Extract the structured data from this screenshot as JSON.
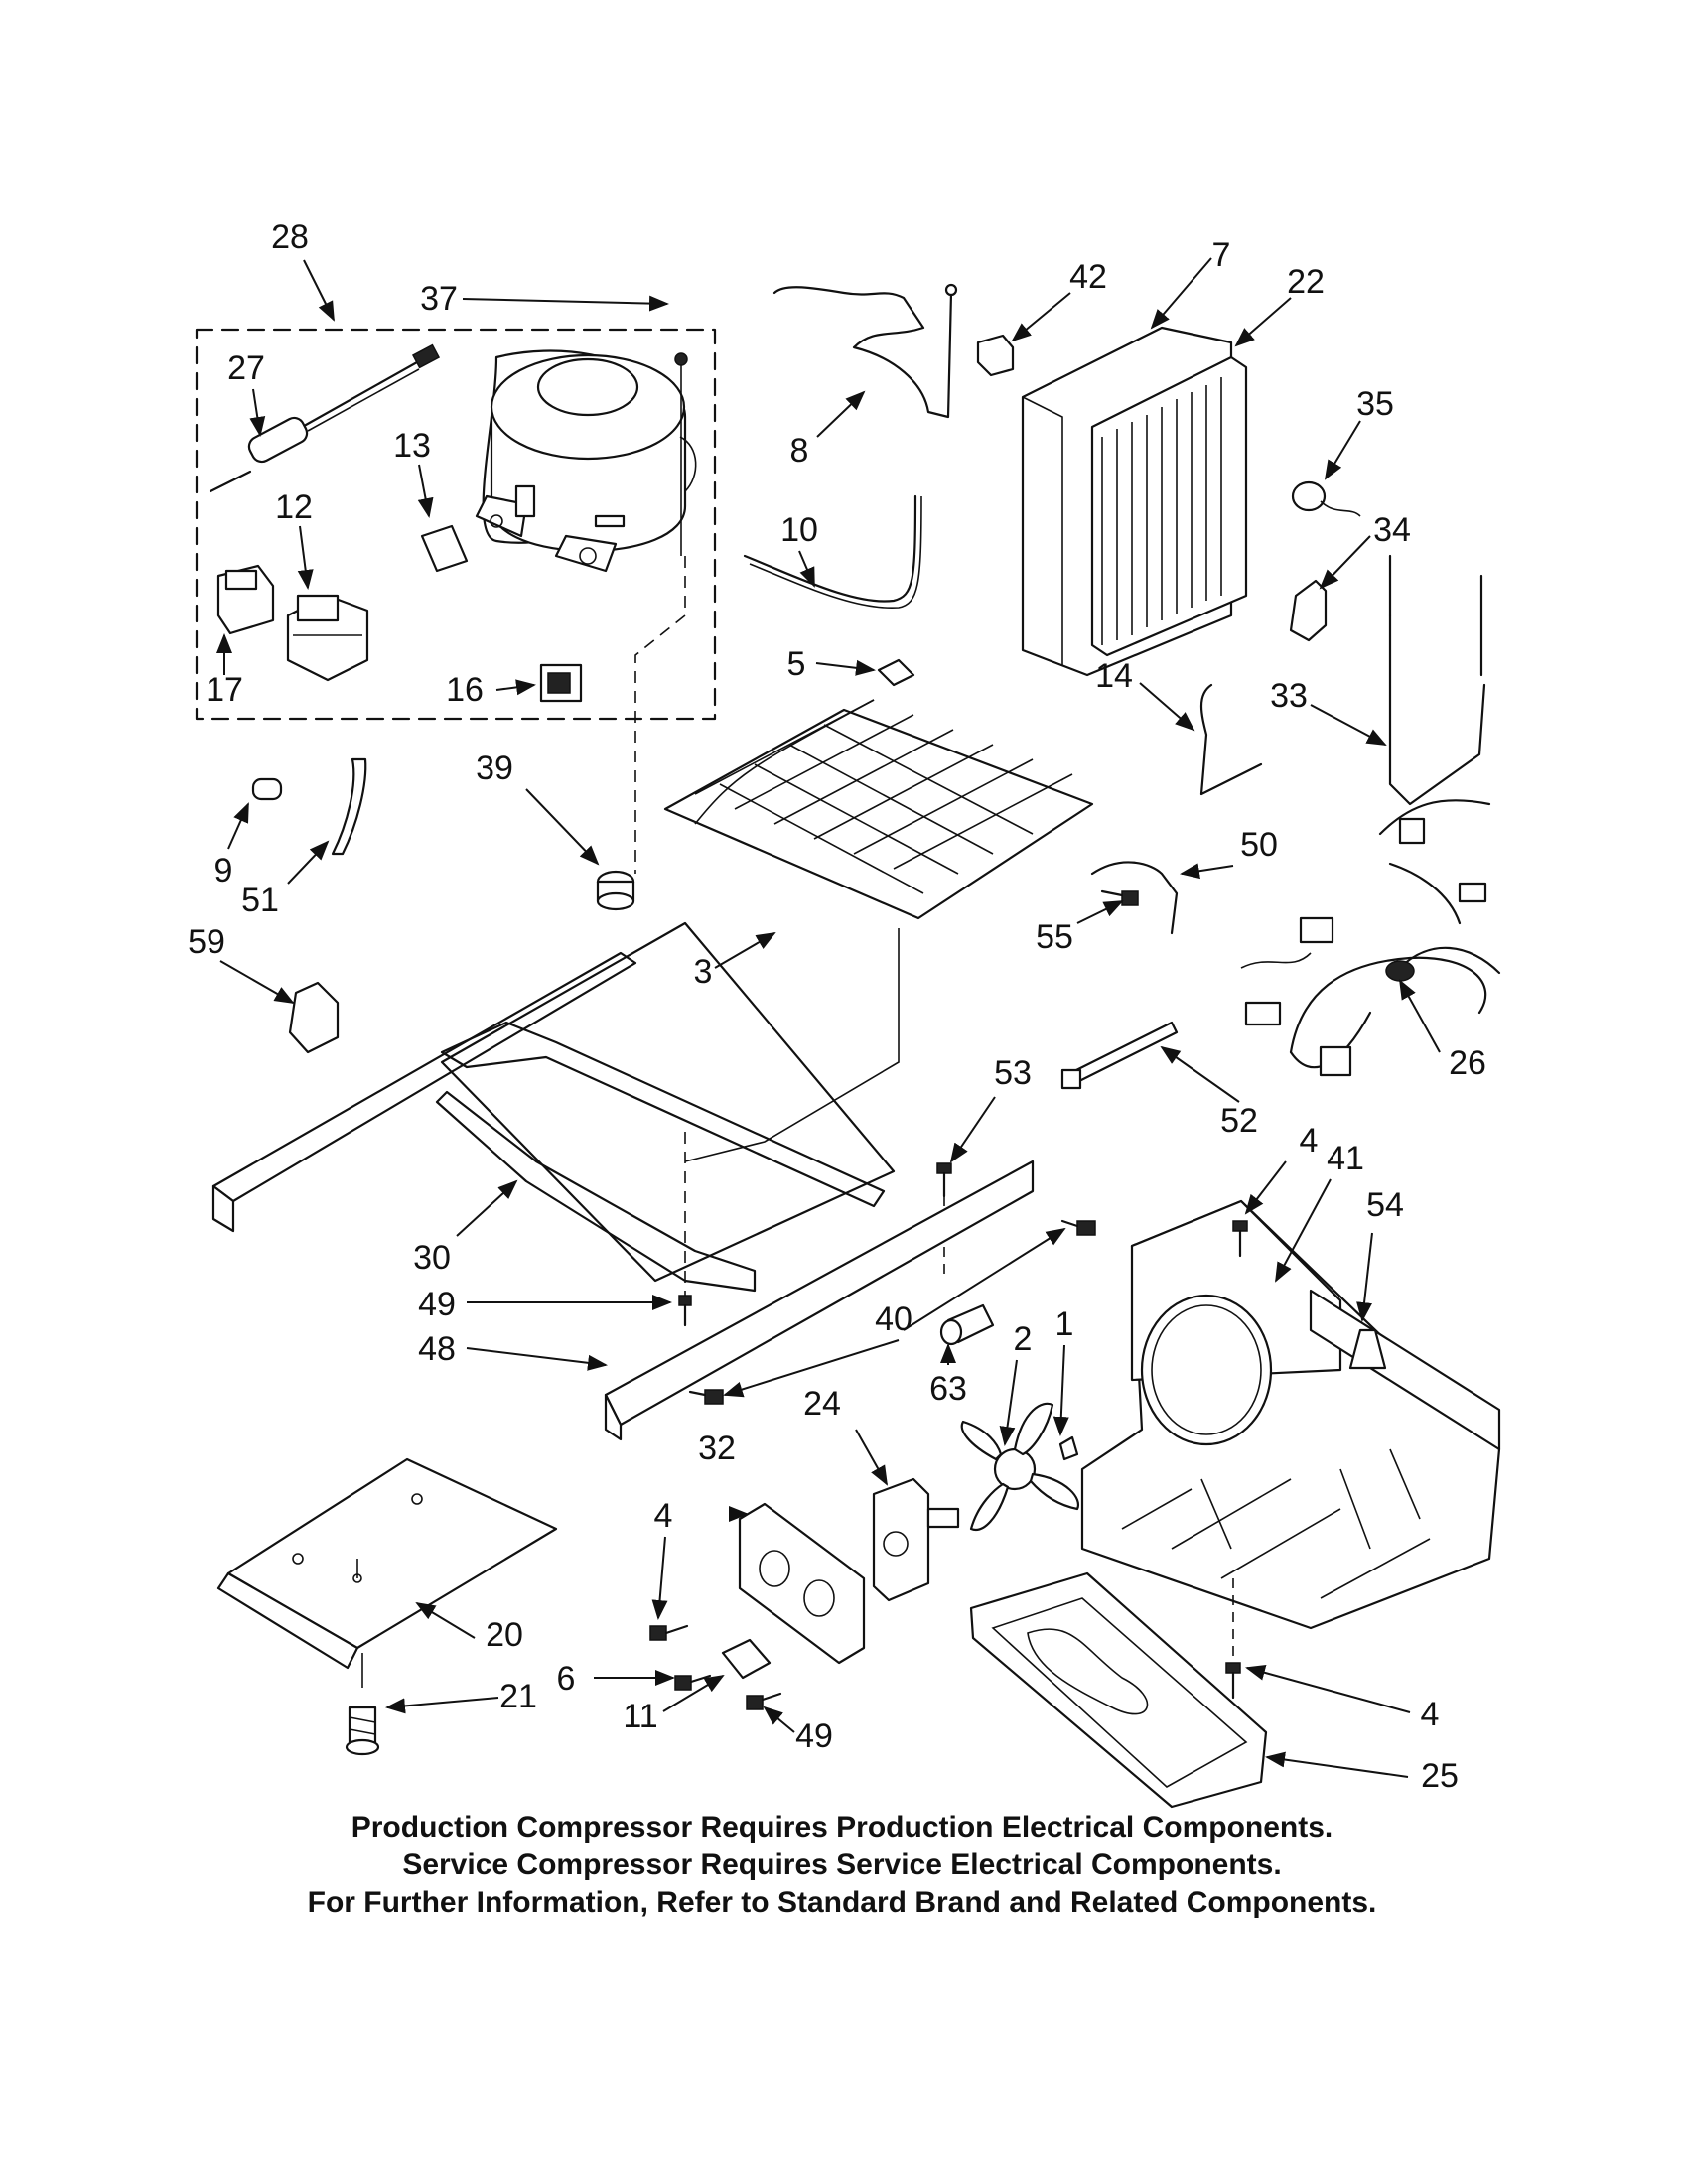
{
  "labels": [
    {
      "id": "28",
      "text": "28"
    },
    {
      "id": "37",
      "text": "37"
    },
    {
      "id": "27",
      "text": "27"
    },
    {
      "id": "13",
      "text": "13"
    },
    {
      "id": "12",
      "text": "12"
    },
    {
      "id": "17",
      "text": "17"
    },
    {
      "id": "16",
      "text": "16"
    },
    {
      "id": "8",
      "text": "8"
    },
    {
      "id": "10",
      "text": "10"
    },
    {
      "id": "42",
      "text": "42"
    },
    {
      "id": "7",
      "text": "7"
    },
    {
      "id": "22",
      "text": "22"
    },
    {
      "id": "35",
      "text": "35"
    },
    {
      "id": "34",
      "text": "34"
    },
    {
      "id": "14",
      "text": "14"
    },
    {
      "id": "33",
      "text": "33"
    },
    {
      "id": "5",
      "text": "5"
    },
    {
      "id": "39",
      "text": "39"
    },
    {
      "id": "9",
      "text": "9"
    },
    {
      "id": "51",
      "text": "51"
    },
    {
      "id": "59",
      "text": "59"
    },
    {
      "id": "3",
      "text": "3"
    },
    {
      "id": "50",
      "text": "50"
    },
    {
      "id": "55",
      "text": "55"
    },
    {
      "id": "26",
      "text": "26"
    },
    {
      "id": "52",
      "text": "52"
    },
    {
      "id": "53",
      "text": "53"
    },
    {
      "id": "4a",
      "text": "4"
    },
    {
      "id": "41",
      "text": "41"
    },
    {
      "id": "54",
      "text": "54"
    },
    {
      "id": "30",
      "text": "30"
    },
    {
      "id": "49a",
      "text": "49"
    },
    {
      "id": "1",
      "text": "1"
    },
    {
      "id": "2",
      "text": "2"
    },
    {
      "id": "40",
      "text": "40"
    },
    {
      "id": "48",
      "text": "48"
    },
    {
      "id": "63",
      "text": "63"
    },
    {
      "id": "24",
      "text": "24"
    },
    {
      "id": "32",
      "text": "32"
    },
    {
      "id": "4b",
      "text": "4"
    },
    {
      "id": "20",
      "text": "20"
    },
    {
      "id": "6",
      "text": "6"
    },
    {
      "id": "21",
      "text": "21"
    },
    {
      "id": "11",
      "text": "11"
    },
    {
      "id": "49b",
      "text": "49"
    },
    {
      "id": "4c",
      "text": "4"
    },
    {
      "id": "25",
      "text": "25"
    }
  ],
  "notes": [
    "Production Compressor Requires Production Electrical Components.",
    "Service Compressor Requires Service Electrical Components.",
    "For Further Information, Refer to Standard Brand and Related Components."
  ]
}
